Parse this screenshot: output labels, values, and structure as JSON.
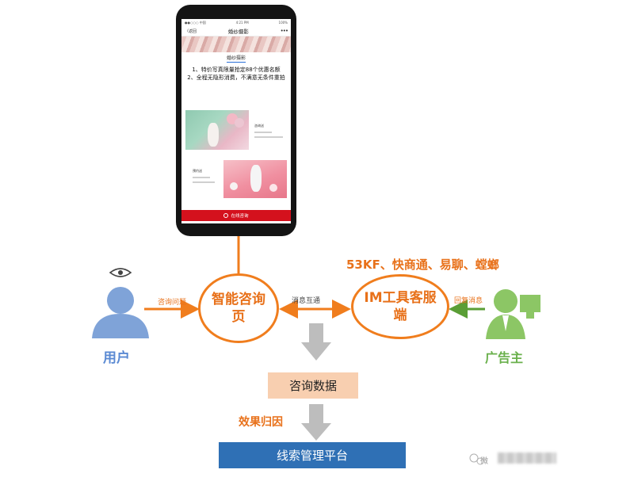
{
  "phone": {
    "status_left": "●●○○○ 中国",
    "status_time": "4:21 PM",
    "status_right": "100%",
    "back_label": "〈返回",
    "title": "婚纱摄影",
    "more": "•••",
    "tab": "婚纱摄影",
    "promo_line1": "1、特价写真限量抢定88个优惠名额",
    "promo_line2": "2、全程无隐形消费，不满意无条件重拍",
    "card1_title": "咨询送",
    "card2_title": "预约送",
    "consult_button": "在线咨询"
  },
  "diagram": {
    "page_node": "智能咨询页",
    "im_node": "IM工具客服端",
    "tools": "53KF、快商通、易聊、螳螂",
    "consult_arrow_label": "咨询问题",
    "message_label": "消息互通",
    "reply_label": "回复消息",
    "user_label": "用户",
    "advertiser_label": "广告主",
    "data_box": "咨询数据",
    "effect_label": "效果归因",
    "platform_box": "线索管理平台",
    "watermark": "微"
  },
  "colors": {
    "orange": "#F07D1D",
    "user_blue": "#7FA3D8",
    "advertiser_green": "#8CC665",
    "platform_blue": "#2F70B5",
    "data_peach": "#F8CFB0",
    "consult_red": "#D4111D"
  }
}
